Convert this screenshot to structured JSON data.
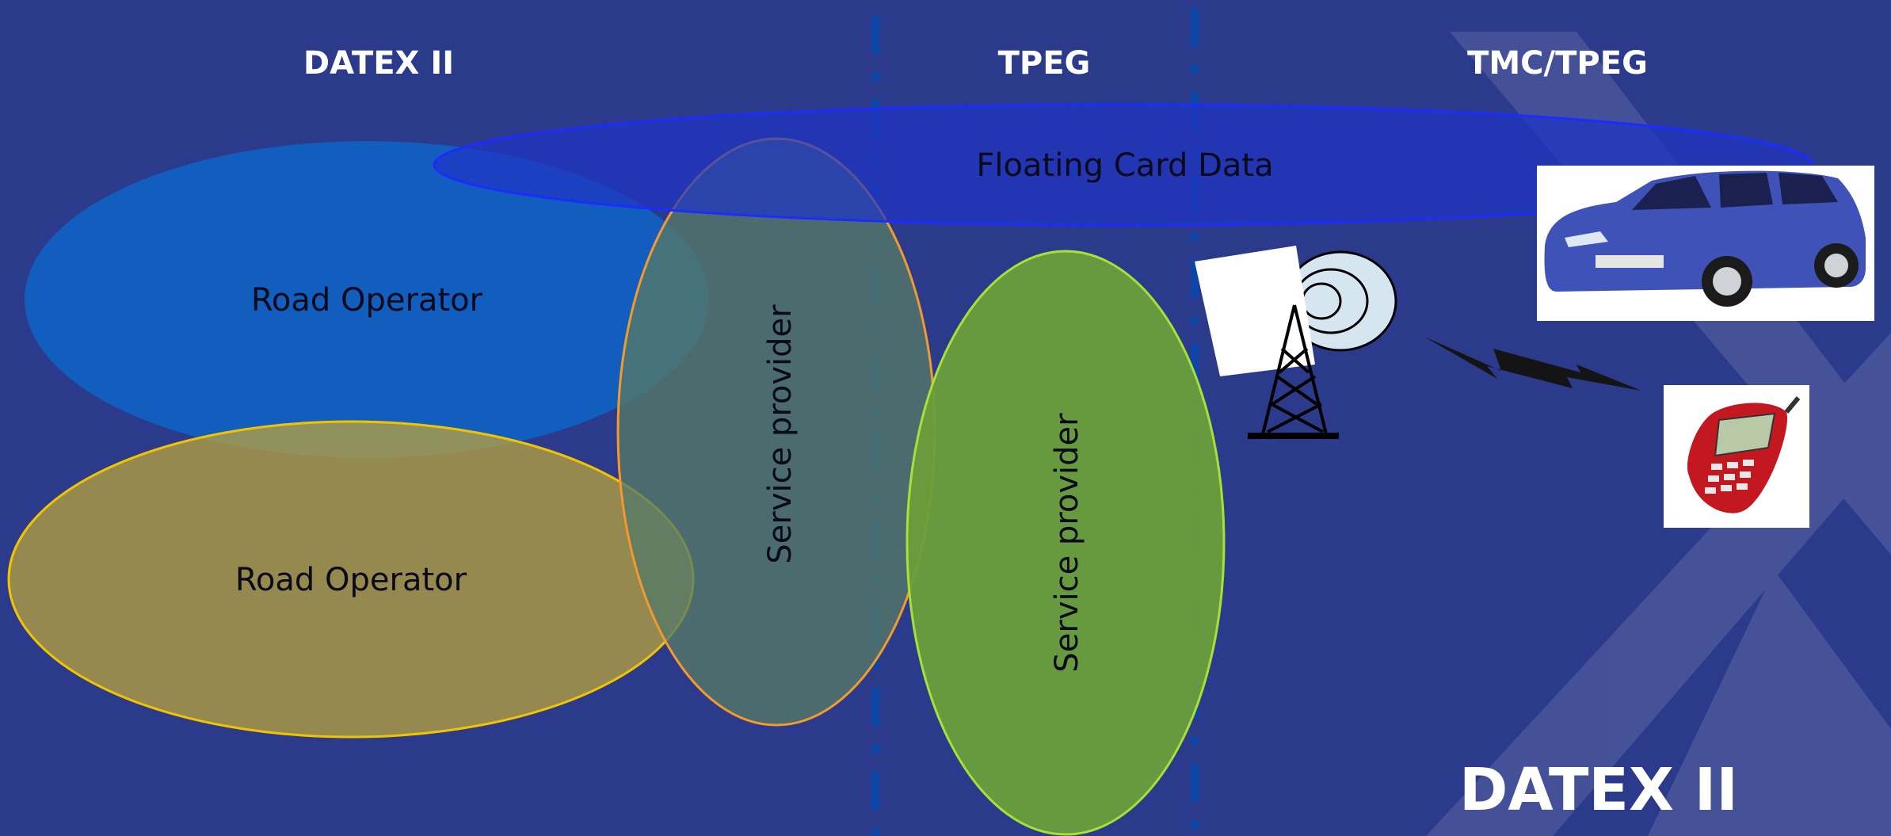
{
  "headers": {
    "datex": "DATEX II",
    "tpeg": "TPEG",
    "tmc_tpeg": "TMC/TPEG"
  },
  "nodes": {
    "floating_car_data": "Floating Card Data",
    "road_operator_1": "Road Operator",
    "road_operator_2": "Road Operator",
    "service_provider_1": "Service provider",
    "service_provider_2": "Service provider"
  },
  "logo": {
    "text": "DATEX II"
  },
  "icons": {
    "car": "car-photo-icon",
    "phone": "mobile-phone-icon",
    "antenna": "antenna-tower-icon",
    "wireless": "lightning-signal-icon"
  },
  "colors": {
    "background": "#2b3a8a",
    "road_operator_1": "#0e67c9",
    "road_operator_2": "#a99747",
    "service_provider_1": "#4b6a6a",
    "service_provider_2": "#6a9a3c",
    "floating_car_data": "#1f36b8",
    "divider": "#0a47a8"
  }
}
